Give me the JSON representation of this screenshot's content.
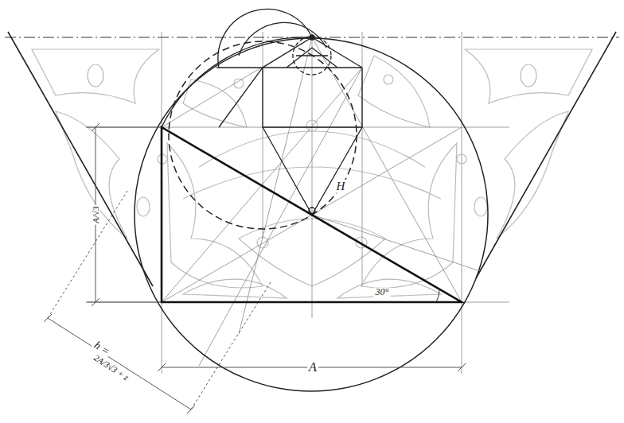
{
  "diagram": {
    "labels": [
      "A",
      "H",
      "30°",
      "A/√3",
      "h =",
      "2A/3√3 + z"
    ]
  }
}
